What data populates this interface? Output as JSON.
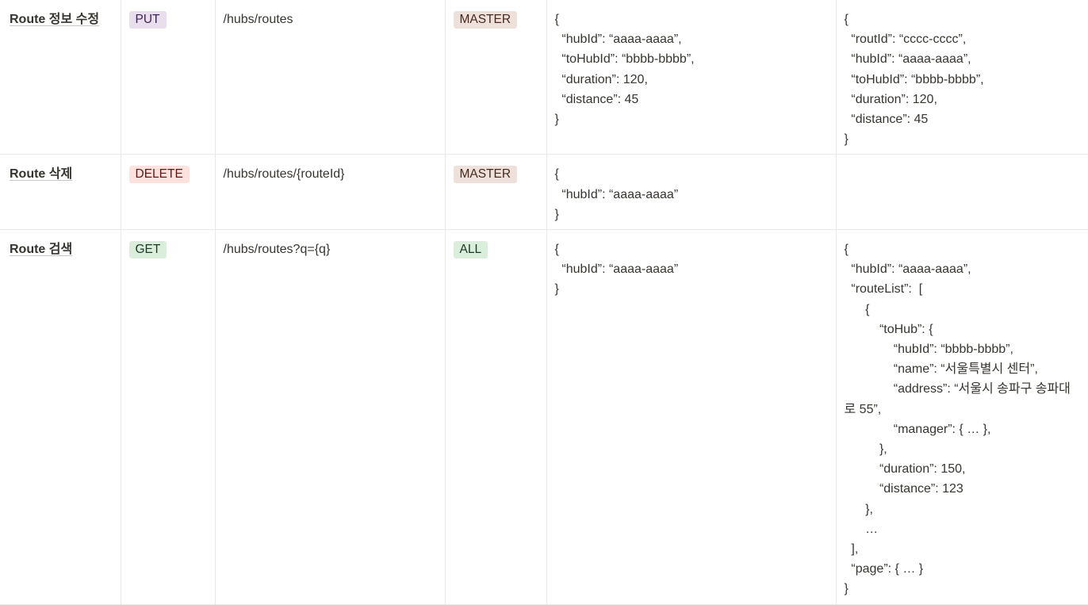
{
  "rows": [
    {
      "name": "Route 정보 수정",
      "method": "PUT",
      "path": "/hubs/routes",
      "role": "MASTER",
      "request": [
        "{",
        "  “hubId”: “aaaa-aaaa”,",
        "  “toHubId”: “bbbb-bbbb”,",
        "  “duration”: 120,",
        "  “distance”: 45",
        "}"
      ],
      "response": [
        "{",
        "  “routId”: “cccc-cccc”,",
        "  “hubId”: “aaaa-aaaa”,",
        "  “toHubId”: “bbbb-bbbb”,",
        "  “duration”: 120,",
        "  “distance”: 45",
        "}"
      ]
    },
    {
      "name": "Route 삭제",
      "method": "DELETE",
      "path": "/hubs/routes/{routeId}",
      "role": "MASTER",
      "request": [
        "{",
        "  “hubId”: “aaaa-aaaa”",
        "}"
      ],
      "response": []
    },
    {
      "name": "Route 검색",
      "method": "GET",
      "path": "/hubs/routes?q={q}",
      "role": "ALL",
      "request": [
        "{",
        "  “hubId”: “aaaa-aaaa”",
        "}"
      ],
      "response": [
        "{",
        "  “hubId”: “aaaa-aaaa”,",
        "  “routeList”:  [",
        "      {",
        "          “toHub”: {",
        "              “hubId”: “bbbb-bbbb”,",
        "              “name”: “서울특별시 센터”,",
        "              “address”: “서울시 송파구 송파대",
        "로 55”,",
        "              “manager”: { … },",
        "          },",
        "          “duration”: 150,",
        "          “distance”: 123",
        "      },",
        "      …",
        "  ],",
        "  “page”: { … }",
        "}"
      ]
    }
  ]
}
